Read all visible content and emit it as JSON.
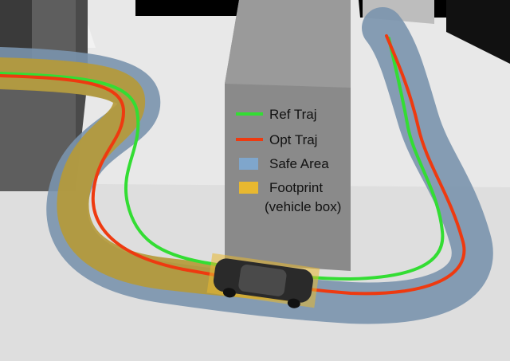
{
  "legend": {
    "items": [
      {
        "label": "Ref Traj",
        "color": "#33dd33",
        "kind": "line"
      },
      {
        "label": "Opt Traj",
        "color": "#ee3a10",
        "kind": "line"
      },
      {
        "label": "Safe Area",
        "color": "#7fa6cc",
        "kind": "box"
      },
      {
        "label": "Footprint",
        "color": "#e8b830",
        "kind": "box"
      }
    ],
    "footprint_note": "(vehicle box)"
  },
  "colors": {
    "ground": "#e9e9e9",
    "background": "#000000",
    "building_front": "#8a8a8a",
    "building_side": "#a3a3a3",
    "safe_area": "#7993ad",
    "footprint": "#b59a3a",
    "vehicle": "#2a2a2a"
  }
}
